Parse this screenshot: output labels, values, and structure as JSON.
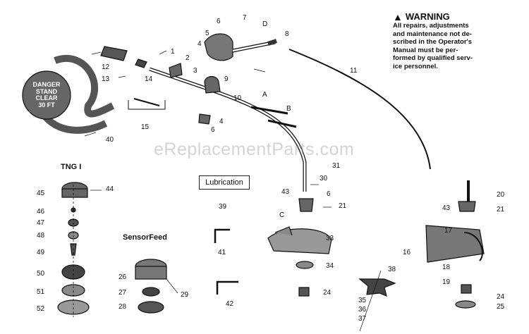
{
  "watermark": "eReplacementParts.com",
  "warning": {
    "title": "WARNING",
    "lines": [
      "All repairs, adjustments",
      "and maintenance not de-",
      "scribed in the Operator's",
      "Manual must be per-",
      "formed by qualified serv-",
      "ice personnel."
    ]
  },
  "danger_label": [
    "DANGER",
    "STAND",
    "CLEAR",
    "30 FT"
  ],
  "section_labels": {
    "tng": "TNG I",
    "sensorfeed": "SensorFeed",
    "lubrication": "Lubrication"
  },
  "callouts": {
    "c1": "1",
    "c2": "2",
    "c3": "3",
    "c4a": "4",
    "c4b": "4",
    "c5": "5",
    "c6a": "6",
    "c6b": "6",
    "c6c": "6",
    "c7": "7",
    "c8": "8",
    "c9": "9",
    "c10": "10",
    "c11": "11",
    "c12": "12",
    "c13": "13",
    "c14": "14",
    "c15": "15",
    "c16": "16",
    "c17": "17",
    "c18": "18",
    "c19": "19",
    "c20": "20",
    "c21a": "21",
    "c21b": "21",
    "c24a": "24",
    "c24b": "24",
    "c25": "25",
    "c26": "26",
    "c27": "27",
    "c28": "28",
    "c29": "29",
    "c30": "30",
    "c31": "31",
    "c33": "33",
    "c34": "34",
    "c35": "35",
    "c36": "36",
    "c37": "37",
    "c38": "38",
    "c39": "39",
    "c40": "40",
    "c41": "41",
    "c42": "42",
    "c43a": "43",
    "c43b": "43",
    "c44": "44",
    "c45": "45",
    "c46": "46",
    "c47": "47",
    "c48": "48",
    "c49": "49",
    "c50": "50",
    "c51": "51",
    "c52": "52",
    "cA": "A",
    "cB": "B",
    "cC": "C",
    "cD": "D"
  }
}
